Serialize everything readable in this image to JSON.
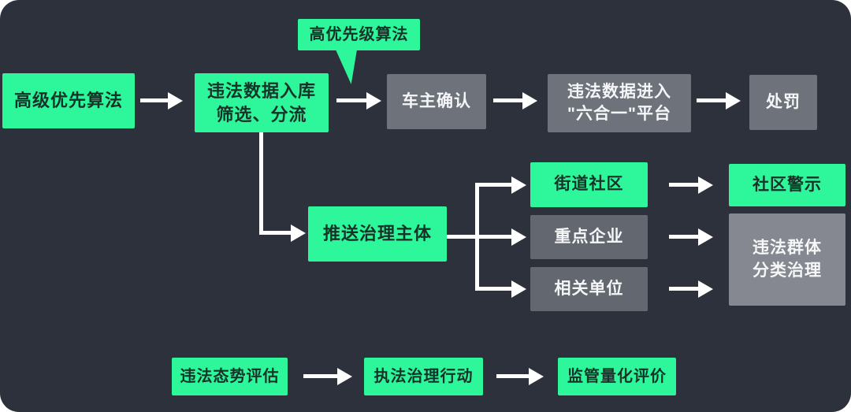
{
  "colors": {
    "background": "#2c313c",
    "accent_green": "#2ef79b",
    "gray": "#6d727b",
    "gray_dark": "#63676f",
    "gray_light": "#858890",
    "green_text": "#173228",
    "white_text": "#f5f6f7",
    "arrow": "#ffffff"
  },
  "callout": {
    "label": "高优先级算法"
  },
  "row1": {
    "advanced_priority_algorithm": "高级优先算法",
    "data_entry": {
      "line1": "违法数据入库",
      "line2": "筛选、分流"
    },
    "owner_confirmation": "车主确认",
    "platform": {
      "line1": "违法数据进入",
      "line2": "\"六合一\"平台"
    },
    "punishment": "处罚"
  },
  "row2": {
    "push_governance_subject": "推送治理主体",
    "street_community": "街道社区",
    "key_enterprises": "重点企业",
    "related_units": "相关单位",
    "community_warning": "社区警示",
    "group_governance": {
      "line1": "违法群体",
      "line2": "分类治理"
    }
  },
  "row3": {
    "situation_assessment": "违法态势评估",
    "enforcement_action": "执法治理行动",
    "quantitative_evaluation": "监管量化评价"
  }
}
